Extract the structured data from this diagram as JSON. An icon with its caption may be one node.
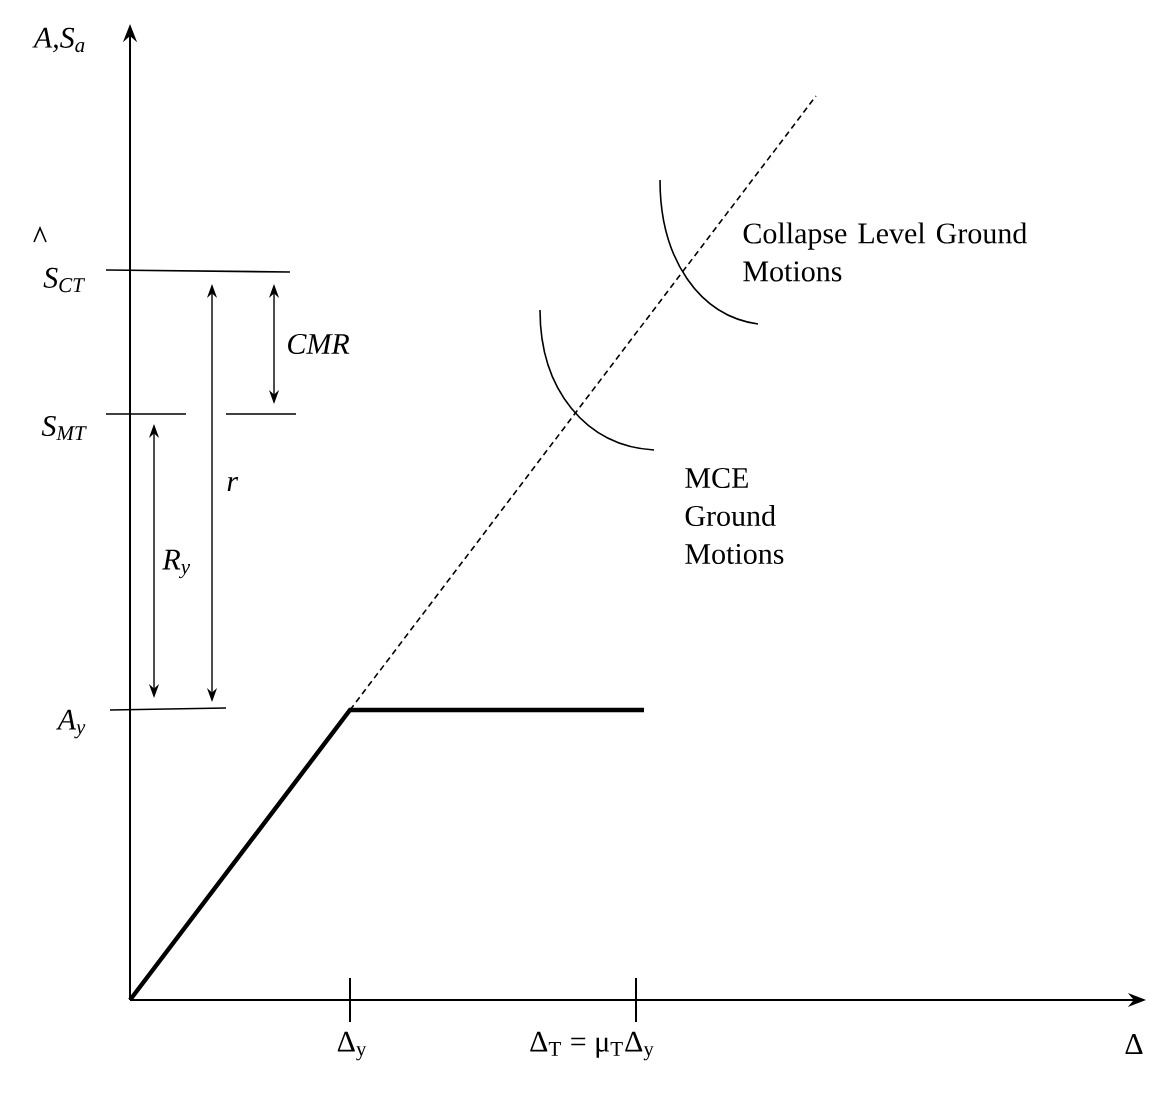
{
  "diagram": {
    "labels": [
      "A,S$_{a}$",
      "S$_{CT}$",
      "CMR",
      "S$_{MT}$",
      "r",
      "R$_{y}$",
      "Collapse Level Ground Motions",
      "MCE Ground Motions",
      "A$_{y}$",
      "Δ$_{y}$",
      "Δ$_{T}$ = μ$_{T}$Δ$_{y}$",
      "Δ"
    ]
  }
}
